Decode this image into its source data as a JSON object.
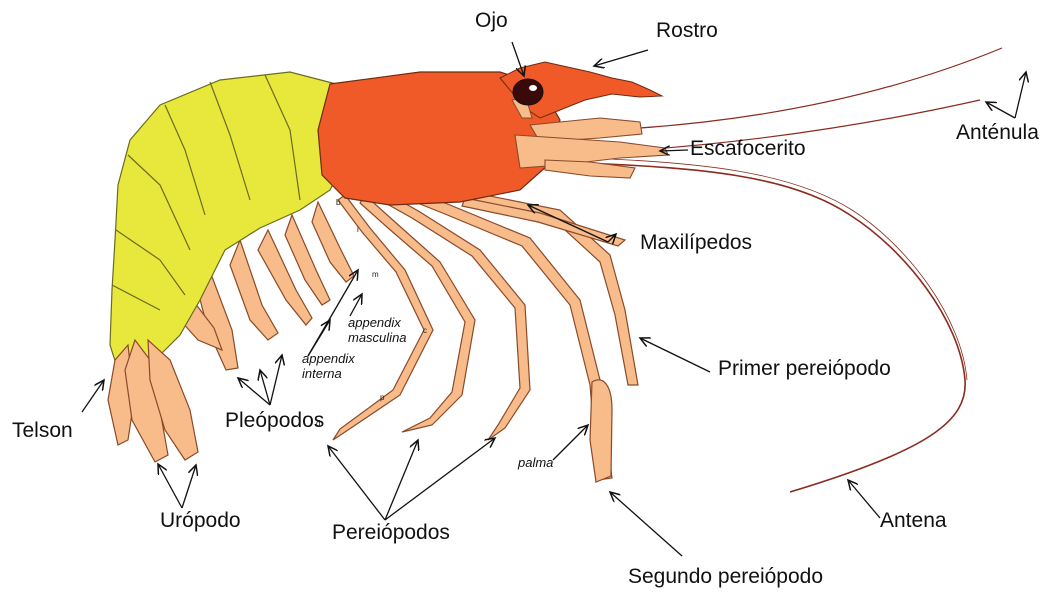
{
  "labels": {
    "ojo": "Ojo",
    "rostro": "Rostro",
    "antenula": "Anténula",
    "escafocerito": "Escafocerito",
    "maxilipedos": "Maxilípedos",
    "primer_pereiopodo": "Primer pereiópodo",
    "antena": "Antena",
    "segundo_pereiopodo": "Segundo pereiópodo",
    "palma": "palma",
    "pereiopodos": "Pereiópodos",
    "uropodo": "Urópodo",
    "telson": "Telson",
    "pleopodos": "Pleópodos",
    "appendix_masculina": "appendix\nmasculina",
    "appendix_interna": "appendix\ninterna"
  },
  "segment_letters": [
    "b",
    "i",
    "m",
    "c",
    "p",
    "d"
  ],
  "colors": {
    "carapace": "#f05a28",
    "abdomen": "#e8e83c",
    "appendage": "#f8bb8a",
    "outline": "#8a4a2a",
    "antenna": "#8b2a1e",
    "eye": "#3a0a0a"
  }
}
